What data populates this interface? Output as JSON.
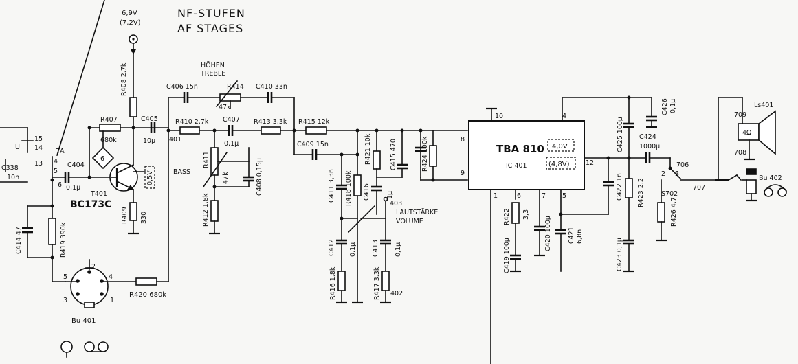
{
  "title": {
    "de": "NF-STUFEN",
    "en": "AF STAGES"
  },
  "supply": {
    "voltage": "6,9V",
    "alt": "(7,2V)"
  },
  "controls": {
    "treble_de": "HÖHEN",
    "treble_en": "TREBLE",
    "bass": "BASS",
    "volume_de": "LAUTSTÄRKE",
    "volume_en": "VOLUME"
  },
  "transistor": {
    "ref": "T401",
    "type": "BC173C",
    "vb": "0,5V"
  },
  "ic": {
    "name": "TBA 810",
    "ref": "IC 401",
    "v_in": "4,0V",
    "v_out": "(4,8V)"
  },
  "jacks": {
    "bu401": "Bu 401",
    "bu402": "Bu 402",
    "speaker": "Ls401",
    "speaker_imp": "4Ω",
    "switch": "S702"
  },
  "resistors": {
    "r407": "R407",
    "r407v": "680k",
    "r408": "R408 2,7k",
    "r409": "R409",
    "r409v": "330",
    "r410": "R410 2,7k",
    "r411": "R411",
    "r411v": "47k",
    "r412": "R412 1,8k",
    "r413": "R413 3,3k",
    "r414": "R414",
    "r414v": "47k",
    "r415": "R415 12k",
    "r416": "R416 1,8k",
    "r417": "R417 3,3k",
    "r418": "R418 100k",
    "r419": "R419 390k",
    "r420": "R420 680k",
    "r421": "R421 10k",
    "r422": "R422",
    "r422v": "3,3",
    "r423": "R423 2,2",
    "r424": "R424 100k",
    "r426": "R426 4,7"
  },
  "capacitors": {
    "c338": "C338",
    "c338v": "10n",
    "c404": "C404",
    "c404v": "0,1µ",
    "c405": "C405",
    "c405v": "10µ",
    "c406": "C406 15n",
    "c407": "C407",
    "c407v": "0,1µ",
    "c408": "C408 0,15µ",
    "c409": "C409 15n",
    "c410": "C410 33n",
    "c411": "C411 3,3n",
    "c412": "C412",
    "c412v": "0,1µ",
    "c413": "C413",
    "c413v": "0,1µ",
    "c414": "C414 47",
    "c415": "C415 470",
    "c416": "C416",
    "c416v": "1µ",
    "c419": "C419 100µ",
    "c420": "C420 100µ",
    "c421": "C421",
    "c421v": "6,8n",
    "c422": "C422 1n",
    "c423": "C423 0,1µ",
    "c424": "C424",
    "c424v": "1000µ",
    "c425": "C425 100µ",
    "c426": "C426",
    "c426v": "0,1µ"
  },
  "pins": {
    "p1": "1",
    "p2": "2",
    "p3": "3",
    "p4": "4",
    "p5": "5",
    "p6": "6",
    "p7": "7",
    "p8": "8",
    "p9": "9",
    "p10": "10",
    "p12": "12",
    "p13": "13",
    "p14": "14",
    "p15": "15",
    "u": "U",
    "ta": "TA",
    "n401": "401",
    "n402": "402",
    "n403": "403",
    "n706": "706",
    "n707": "707",
    "n708": "708",
    "n709": "709"
  }
}
